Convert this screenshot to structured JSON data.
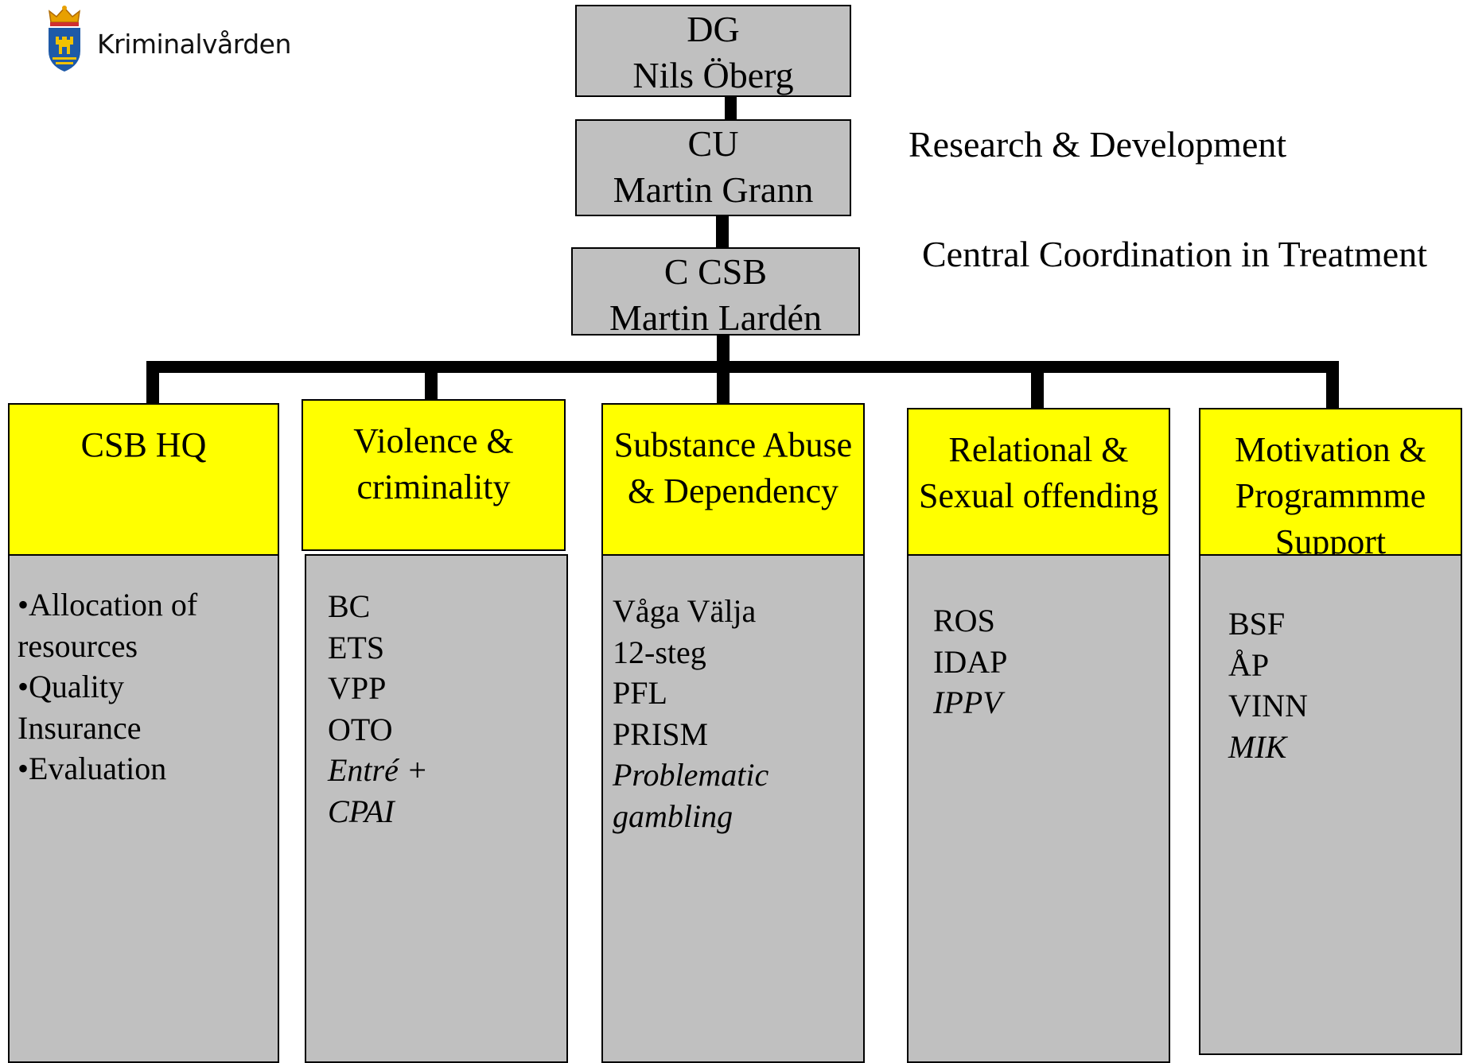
{
  "logo": {
    "name": "Kriminalvården",
    "icon": "crowned-shield-icon"
  },
  "side_labels": {
    "rd": "Research & Development",
    "cct": "Central Coordination in Treatment"
  },
  "top_boxes": [
    {
      "title": "DG",
      "name": "Nils Öberg"
    },
    {
      "title": "CU",
      "name": "Martin Grann"
    },
    {
      "title": "C CSB",
      "name": "Martin Lardén"
    }
  ],
  "departments": [
    {
      "header": [
        "CSB HQ"
      ],
      "items": [
        "•Allocation of",
        "resources",
        "•Quality",
        "Insurance",
        "•Evaluation"
      ],
      "italic_from": 99
    },
    {
      "header": [
        "Violence &",
        "criminality"
      ],
      "items": [
        "BC",
        "ETS",
        "VPP",
        "OTO",
        "Entré +",
        "CPAI"
      ],
      "italic_from": 4
    },
    {
      "header": [
        "Substance Abuse",
        "& Dependency"
      ],
      "items": [
        "Våga Välja",
        "12-steg",
        "PFL",
        "PRISM",
        "Problematic",
        "gambling"
      ],
      "italic_from": 4
    },
    {
      "header": [
        "Relational &",
        "Sexual offending"
      ],
      "items": [
        "ROS",
        "IDAP",
        "IPPV"
      ],
      "italic_from": 2
    },
    {
      "header": [
        "Motivation &",
        "Programmme",
        "Support"
      ],
      "items": [
        "BSF",
        "ÅP",
        "VINN",
        "MIK"
      ],
      "italic_from": 3
    }
  ]
}
